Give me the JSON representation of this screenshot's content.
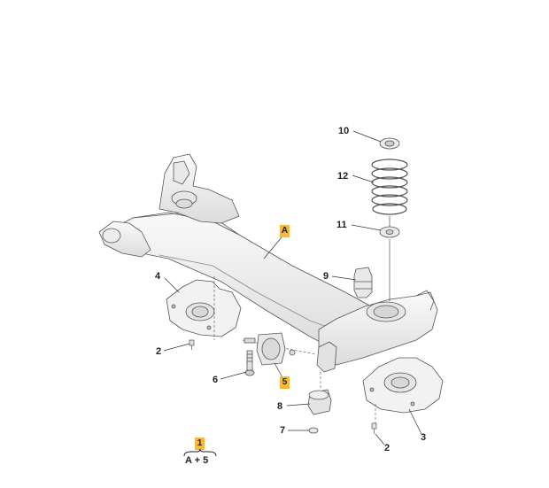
{
  "callouts": {
    "c10": "10",
    "c12": "12",
    "c11": "11",
    "c9": "9",
    "c4": "4",
    "c2a": "2",
    "c6": "6",
    "c8": "8",
    "c7": "7",
    "c3": "3",
    "c2b": "2"
  },
  "tags": {
    "a": "A",
    "five": "5",
    "one": "1"
  },
  "assembly_formula": "A + 5",
  "colors": {
    "part_fill": "#f4f4f4",
    "part_stroke": "#555555",
    "tag_fill": "#f5b83a",
    "leader": "#333333"
  }
}
